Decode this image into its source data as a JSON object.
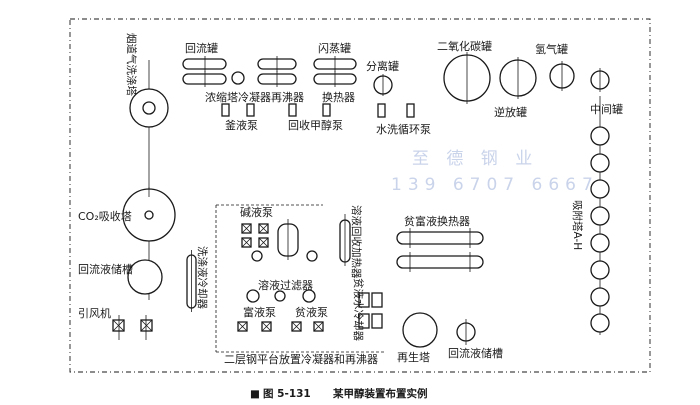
{
  "labels": {
    "flue_gas_scrubber": "烟道气洗涤塔",
    "reflux_tank": "回流罐",
    "flash_tank": "闪蒸罐",
    "separator_tank": "分离罐",
    "co2_tank": "二氧化碳罐",
    "hydrogen_tank": "氢气罐",
    "concentrator_condenser": "浓缩塔冷凝器",
    "reboiler": "再沸器",
    "heat_exchanger": "换热器",
    "reverse_tank": "逆放罐",
    "intermediate_tank": "中间罐",
    "kettle_pump": "釜液泵",
    "methanol_recovery_pump": "回收甲醇泵",
    "water_wash_circulation_pump": "水洗循环泵",
    "co2_absorber": "CO₂吸收塔",
    "alkali_pump": "碱液泵",
    "lean_rich_exchanger": "贫富液换热器",
    "adsorption_tower": "吸附塔A-H",
    "reflux_storage": "回流液储槽",
    "wash_liquid_cooler": "洗涤液冷却器",
    "solution_filter": "溶液过滤器",
    "solution_recovery_heater": "溶液回收加热器",
    "induced_fan": "引风机",
    "rich_pump": "富液泵",
    "lean_pump": "贫液泵",
    "lean_water_cooler": "贫液水冷却器",
    "second_floor_platform": "二层钢平台放置冷凝器和再沸器",
    "regenerator": "再生塔",
    "reflux_storage_2": "回流液储槽"
  },
  "watermark": {
    "name": "至 德 钢 业",
    "phone": "139 6707 6667"
  },
  "caption": {
    "marker": "■",
    "number": "图 5-131",
    "title": "某甲醇装置布置实例"
  }
}
